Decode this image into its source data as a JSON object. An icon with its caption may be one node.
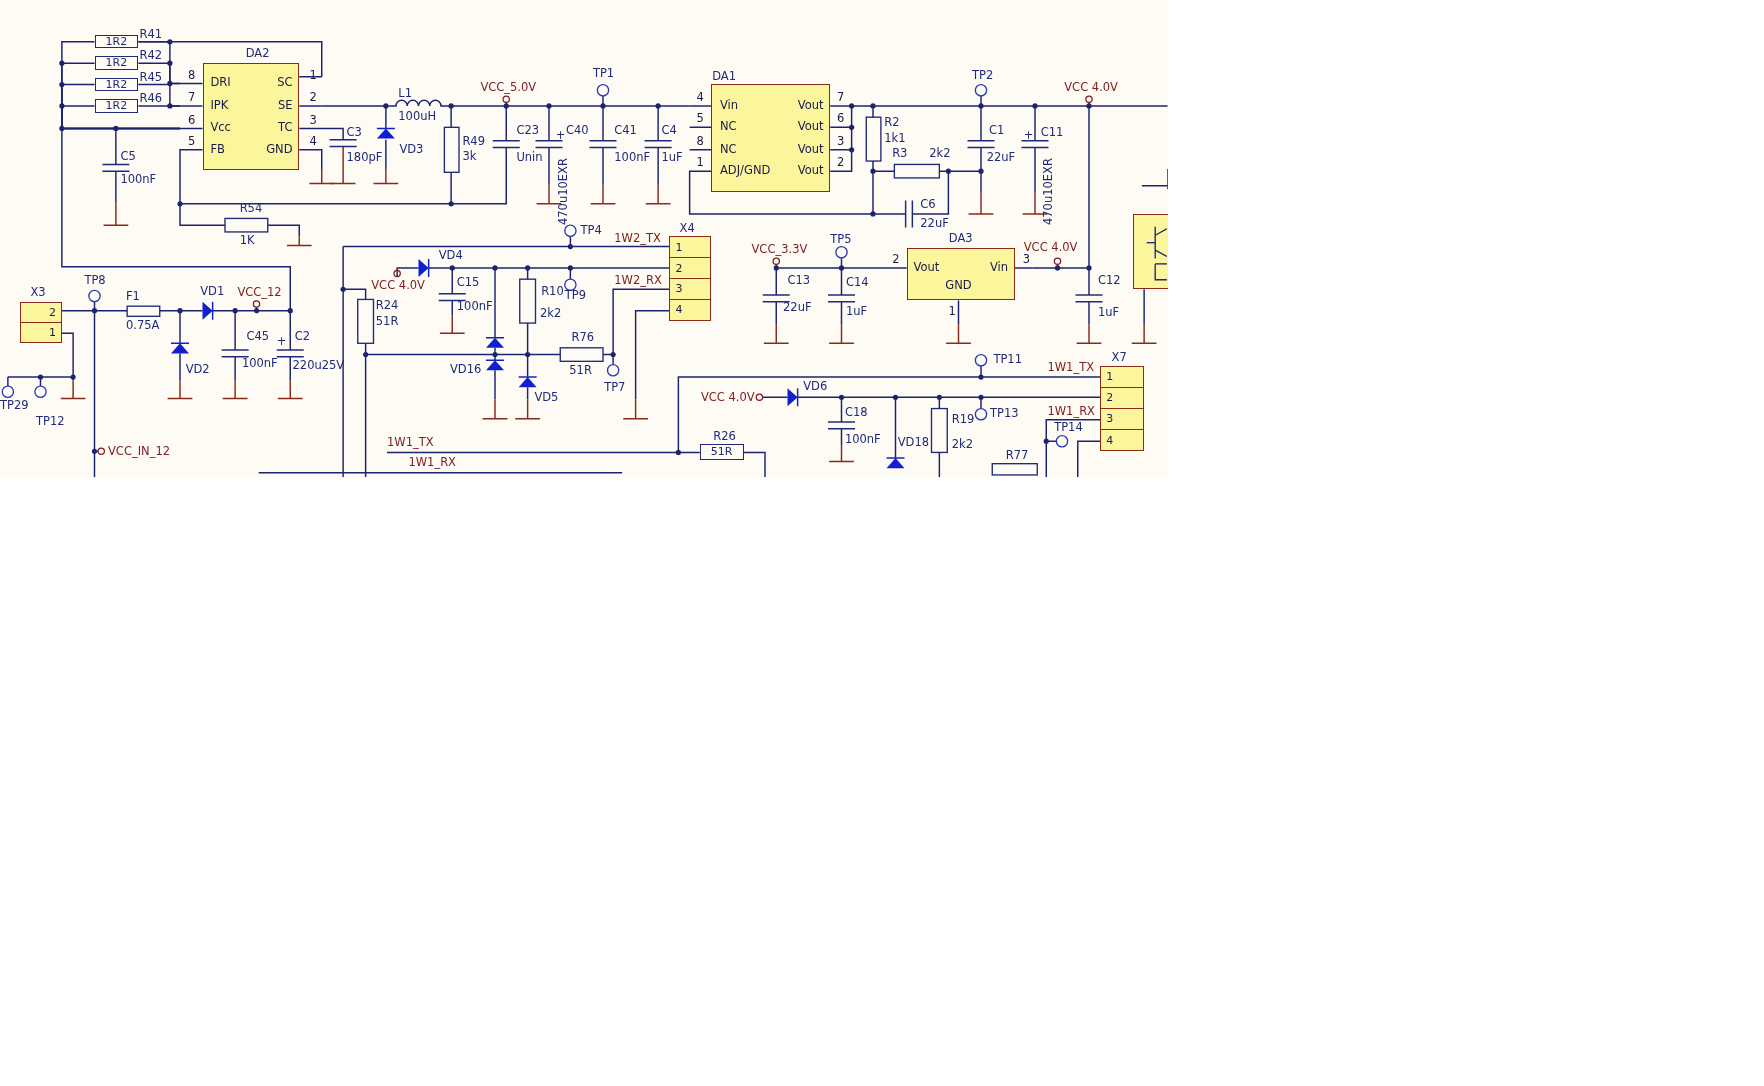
{
  "diagram": {
    "nodes": [
      {
        "text": [
          "1R2"
        ],
        "beside": [
          "R41"
        ]
      },
      {
        "text": [
          "1R2"
        ],
        "beside": [
          "R42"
        ]
      },
      {
        "text": [
          "1R2"
        ],
        "beside": [
          "R45"
        ]
      },
      {
        "text": [
          "1R2"
        ],
        "beside": [
          "R46"
        ]
      },
      {
        "text": [
          "DA2",
          "DRI",
          "IPK",
          "Vcc",
          "FB",
          "SC",
          "SE",
          "TC",
          "GND"
        ],
        "beside": [
          "8",
          "7",
          "6",
          "5",
          "1",
          "2",
          "3",
          "4"
        ]
      },
      {
        "text": [
          "DA1",
          "Vin",
          "NC",
          "NC",
          "ADJ/GND",
          "Vout",
          "Vout",
          "Vout",
          "Vout"
        ],
        "beside": [
          "4",
          "5",
          "8",
          "1",
          "7",
          "6",
          "3",
          "2"
        ]
      },
      {
        "text": [],
        "shape": "box"
      },
      {
        "text": [
          "X4",
          "1",
          "2",
          "3",
          "4"
        ]
      },
      {
        "text": [
          "DA3",
          "Vout",
          "Vin",
          "GND"
        ],
        "beside": [
          "2",
          "3",
          "1"
        ]
      },
      {
        "text": [
          "X3",
          "2",
          "1"
        ]
      },
      {
        "text": [
          "X7",
          "1",
          "2",
          "3",
          "4"
        ]
      },
      {
        "text": [
          "51R"
        ],
        "beside": [
          "R26"
        ]
      }
    ],
    "edges": [
      {
        "from": 0,
        "to": 4,
        "arrow": "none"
      },
      {
        "from": 1,
        "to": 4,
        "arrow": "none"
      },
      {
        "from": 2,
        "to": 4,
        "arrow": "none"
      },
      {
        "from": 3,
        "to": 4,
        "arrow": "none"
      },
      {
        "from": 4,
        "to": 0,
        "arrow": "none"
      },
      {
        "from": 0,
        "to": 4,
        "arrow": "none"
      },
      {
        "from": 1,
        "to": 4,
        "arrow": "none"
      },
      {
        "from": 2,
        "to": 4,
        "arrow": "none"
      },
      {
        "from": 3,
        "to": 4,
        "arrow": "none"
      },
      {
        "from": 11,
        "to": 10,
        "arrow": "none"
      },
      {
        "from": 5,
        "to": 8,
        "arrow": "none"
      },
      {
        "from": 4,
        "to": 5,
        "arrow": "none"
      }
    ],
    "labels": [
      "TP1",
      "TP2",
      "VCC_5.0V",
      "VCC 4.0V",
      "L1",
      "100uH",
      "R2",
      "C3",
      "C23",
      "+",
      "C40",
      "C41",
      "C4",
      "C1",
      "+",
      "C11",
      "1k1",
      "R49",
      "VD3",
      "R3",
      "2k2",
      "C5",
      "3k",
      "180pF",
      "Unin",
      "100nF",
      "1uF",
      "22uF",
      "470u10EXR",
      "470u10EXR",
      "100nF",
      "C6",
      "R54",
      "22uF",
      "TP4",
      "1W2_TX",
      "1K",
      "TP5",
      "VCC_3.3V",
      "VCC 4.0V",
      "VD4",
      "1W2_RX",
      "C15",
      "C13",
      "C14",
      "C12",
      "TP8",
      "VCC 4.0V",
      "R10",
      "VD1",
      "VCC_12",
      "TP9",
      "F1",
      "R24",
      "100nF",
      "22uF",
      "1uF",
      "1uF",
      "2k2",
      "51R",
      "0.75A",
      "C45",
      "+",
      "C2",
      "R76",
      "TP11",
      "100nF",
      "220u25V",
      "1W1_TX",
      "VD16",
      "VD2",
      "51R",
      "VD6",
      "TP7",
      "VCC 4.0V",
      "VD5",
      "TP29",
      "1W1_RX",
      "C18",
      "TP13",
      "R19",
      "TP12",
      "TP14",
      "100nF",
      "1W1_TX",
      "VD18",
      "2k2",
      "VCC_IN_12",
      "R77",
      "1W1_RX"
    ]
  }
}
